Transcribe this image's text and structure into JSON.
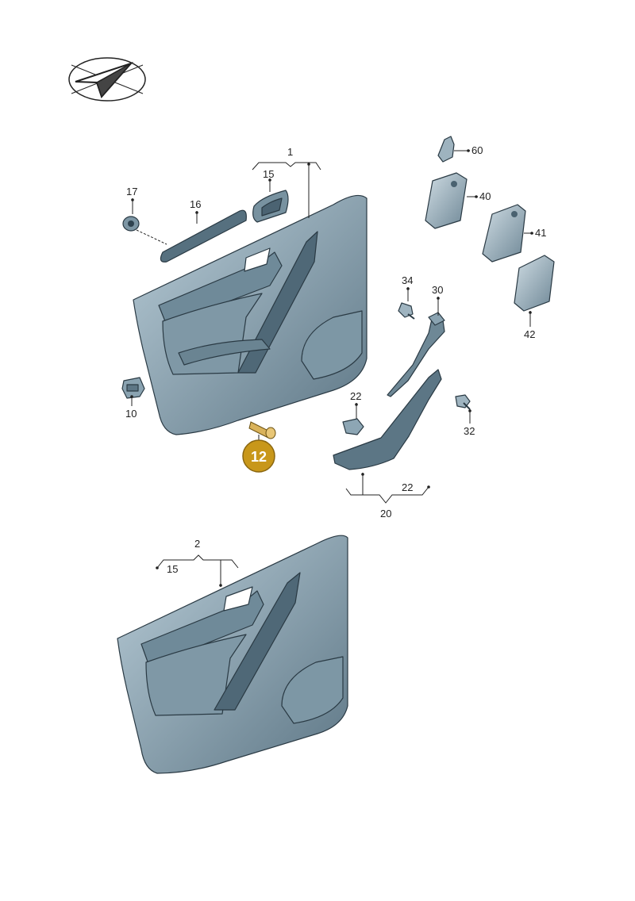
{
  "colors": {
    "panel_fill": "#8fa9b8",
    "panel_dark": "#5e7786",
    "panel_light": "#b9cdd8",
    "outline": "#2a3a44",
    "highlight_badge": "#c8971a",
    "background": "#ffffff"
  },
  "icons": {
    "orientation": "paper-plane-direction-icon"
  },
  "labels": {
    "l1": "1",
    "l2": "2",
    "l10": "10",
    "l12": "12",
    "l15a": "15",
    "l15b": "15",
    "l16": "16",
    "l17": "17",
    "l20": "20",
    "l22a": "22",
    "l22b": "22",
    "l30": "30",
    "l32": "32",
    "l34": "34",
    "l40": "40",
    "l41": "41",
    "l42": "42",
    "l60": "60"
  },
  "highlighted_part": "12"
}
